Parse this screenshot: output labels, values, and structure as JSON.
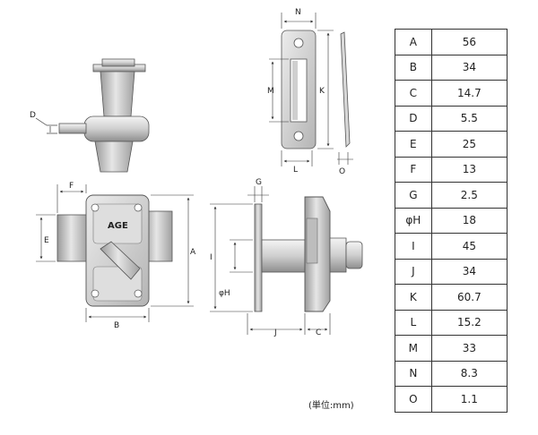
{
  "diagram": {
    "labels": {
      "A": "A",
      "B": "B",
      "C": "C",
      "D": "D",
      "E": "E",
      "F": "F",
      "G": "G",
      "H": "φH",
      "I": "I",
      "J": "J",
      "K": "K",
      "L": "L",
      "M": "M",
      "N": "N",
      "O": "O"
    },
    "brand": "AGE"
  },
  "unit_note": "(単位:mm)",
  "spec_table": [
    {
      "key": "A",
      "value": "56"
    },
    {
      "key": "B",
      "value": "34"
    },
    {
      "key": "C",
      "value": "14.7"
    },
    {
      "key": "D",
      "value": "5.5"
    },
    {
      "key": "E",
      "value": "25"
    },
    {
      "key": "F",
      "value": "13"
    },
    {
      "key": "G",
      "value": "2.5"
    },
    {
      "key": "φH",
      "value": "18"
    },
    {
      "key": "I",
      "value": "45"
    },
    {
      "key": "J",
      "value": "34"
    },
    {
      "key": "K",
      "value": "60.7"
    },
    {
      "key": "L",
      "value": "15.2"
    },
    {
      "key": "M",
      "value": "33"
    },
    {
      "key": "N",
      "value": "8.3"
    },
    {
      "key": "O",
      "value": "1.1"
    }
  ]
}
